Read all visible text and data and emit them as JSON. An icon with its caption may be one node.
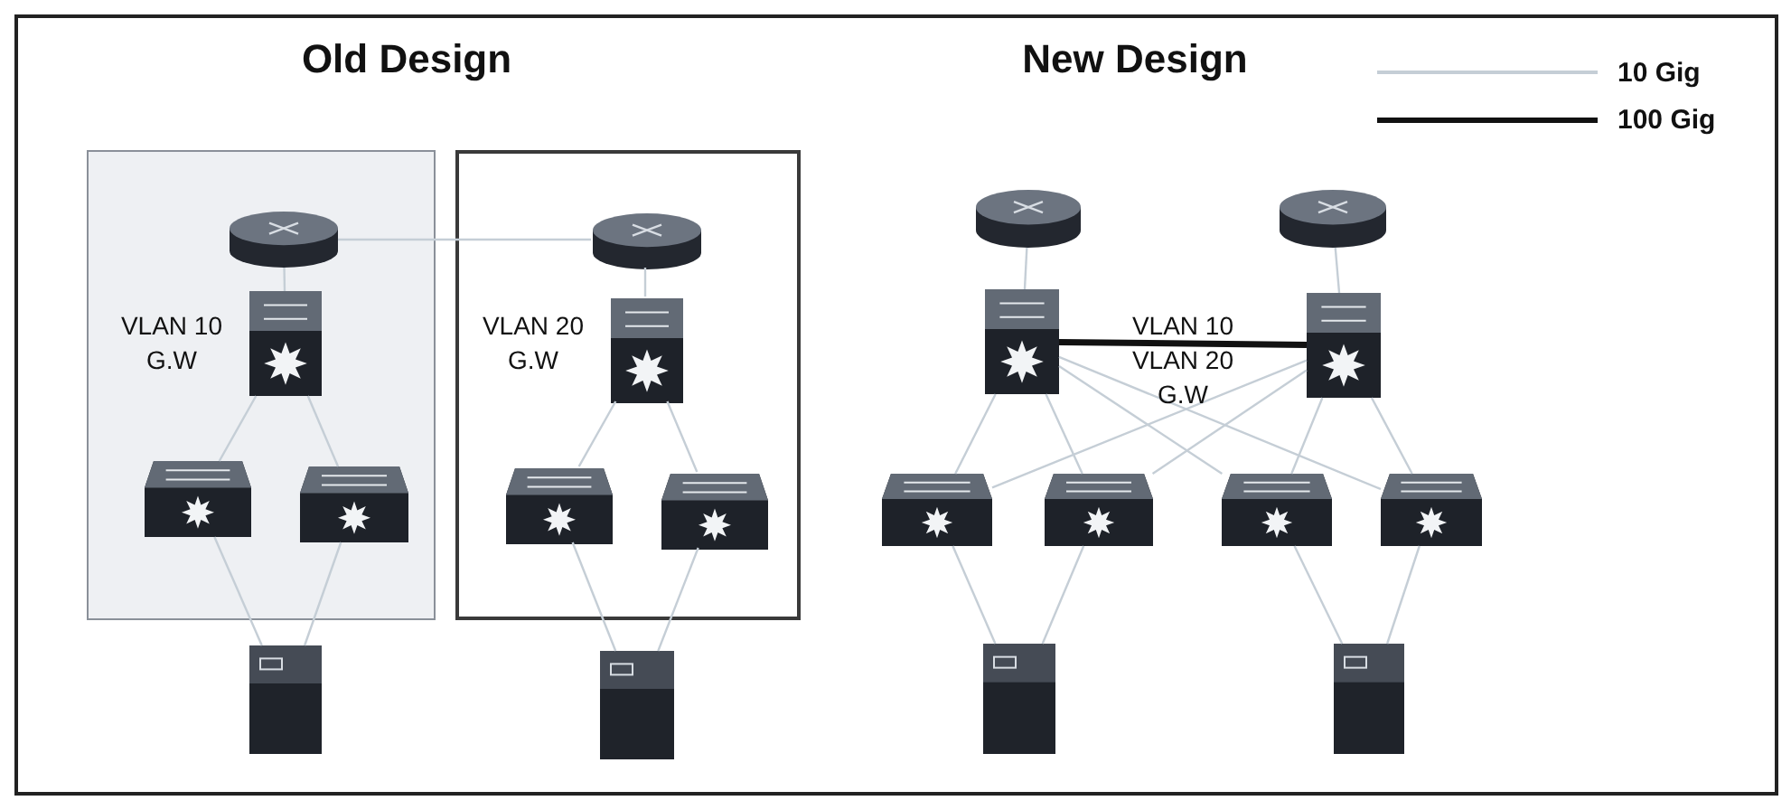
{
  "diagram": {
    "nodes": [
      {
        "text": [],
        "shape": "box"
      },
      {
        "text": [],
        "shape": "router",
        "in": 0
      },
      {
        "text": [],
        "shape": "switch",
        "in": 0,
        "beside": [
          "VLAN 10 G.W"
        ]
      },
      {
        "text": [],
        "shape": "switch",
        "in": 0
      },
      {
        "text": [],
        "shape": "switch",
        "in": 0
      },
      {
        "text": [],
        "shape": "box"
      },
      {
        "text": [],
        "shape": "router",
        "in": 5
      },
      {
        "text": [],
        "shape": "switch",
        "in": 5,
        "beside": [
          "VLAN 20 G.W"
        ]
      },
      {
        "text": [],
        "shape": "switch",
        "in": 5
      },
      {
        "text": [],
        "shape": "switch",
        "in": 5
      },
      {
        "text": [],
        "shape": "server"
      },
      {
        "text": [],
        "shape": "server"
      },
      {
        "text": [],
        "shape": "router"
      },
      {
        "text": [],
        "shape": "router"
      },
      {
        "text": [],
        "shape": "switch"
      },
      {
        "text": [],
        "shape": "switch"
      },
      {
        "text": [],
        "shape": "switch"
      },
      {
        "text": [],
        "shape": "switch"
      },
      {
        "text": [],
        "shape": "switch"
      },
      {
        "text": [],
        "shape": "switch"
      },
      {
        "text": [],
        "shape": "server"
      },
      {
        "text": [],
        "shape": "server"
      }
    ],
    "edges": [
      {
        "from": 1,
        "to": 6,
        "arrow": "none"
      },
      {
        "from": 1,
        "to": 2,
        "arrow": "none"
      },
      {
        "from": 2,
        "to": 3,
        "arrow": "none"
      },
      {
        "from": 2,
        "to": 4,
        "arrow": "none"
      },
      {
        "from": 3,
        "to": 10,
        "arrow": "none"
      },
      {
        "from": 4,
        "to": 10,
        "arrow": "none"
      },
      {
        "from": 6,
        "to": 7,
        "arrow": "none"
      },
      {
        "from": 7,
        "to": 8,
        "arrow": "none"
      },
      {
        "from": 7,
        "to": 9,
        "arrow": "none"
      },
      {
        "from": 8,
        "to": 11,
        "arrow": "none"
      },
      {
        "from": 9,
        "to": 11,
        "arrow": "none"
      },
      {
        "from": 12,
        "to": 14,
        "arrow": "none"
      },
      {
        "from": 13,
        "to": 15,
        "arrow": "none"
      },
      {
        "from": 14,
        "to": 15,
        "arrow": "none",
        "label": "VLAN 10 VLAN 20 G.W",
        "style": "thick",
        "color": "#111111"
      },
      {
        "from": 14,
        "to": 16,
        "arrow": "none"
      },
      {
        "from": 14,
        "to": 17,
        "arrow": "none"
      },
      {
        "from": 14,
        "to": 18,
        "arrow": "none"
      },
      {
        "from": 14,
        "to": 19,
        "arrow": "none"
      },
      {
        "from": 15,
        "to": 16,
        "arrow": "none"
      },
      {
        "from": 15,
        "to": 17,
        "arrow": "none"
      },
      {
        "from": 15,
        "to": 18,
        "arrow": "none"
      },
      {
        "from": 15,
        "to": 19,
        "arrow": "none"
      },
      {
        "from": 16,
        "to": 20,
        "arrow": "none"
      },
      {
        "from": 17,
        "to": 20,
        "arrow": "none"
      },
      {
        "from": 18,
        "to": 21,
        "arrow": "none"
      },
      {
        "from": 19,
        "to": 21,
        "arrow": "none"
      }
    ],
    "labels": [
      "Old Design",
      "New Design"
    ],
    "legend": [
      {
        "text": "10 Gig"
      },
      {
        "text": "100 Gig"
      }
    ]
  }
}
